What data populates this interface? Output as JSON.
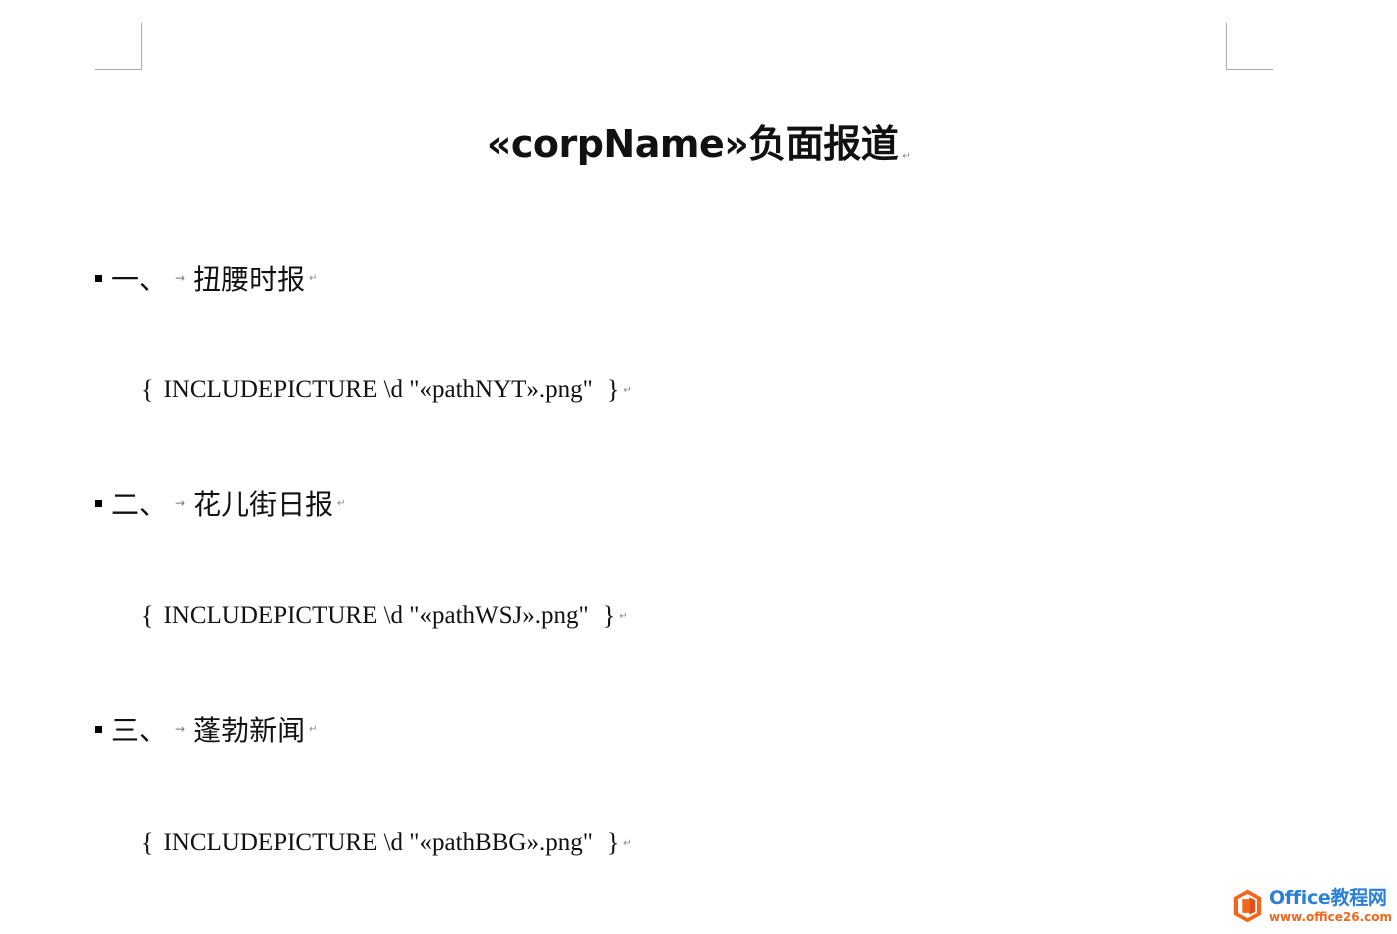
{
  "document": {
    "title": "«corpName»负面报道",
    "paragraph_mark": "↵",
    "tab_mark": "→"
  },
  "sections": [
    {
      "number": "一、",
      "heading": "扭腰时报",
      "field_code": "INCLUDEPICTURE \\d \"«pathNYT».png\""
    },
    {
      "number": "二、",
      "heading": "花儿街日报",
      "field_code": "INCLUDEPICTURE \\d \"«pathWSJ».png\""
    },
    {
      "number": "三、",
      "heading": "蓬勃新闻",
      "field_code": "INCLUDEPICTURE \\d \"«pathBBG».png\""
    }
  ],
  "field_braces": {
    "open": "{",
    "close": "}"
  },
  "watermark": {
    "name": "Office教程网",
    "url": "www.office26.com",
    "icon": "office-logo-icon"
  }
}
